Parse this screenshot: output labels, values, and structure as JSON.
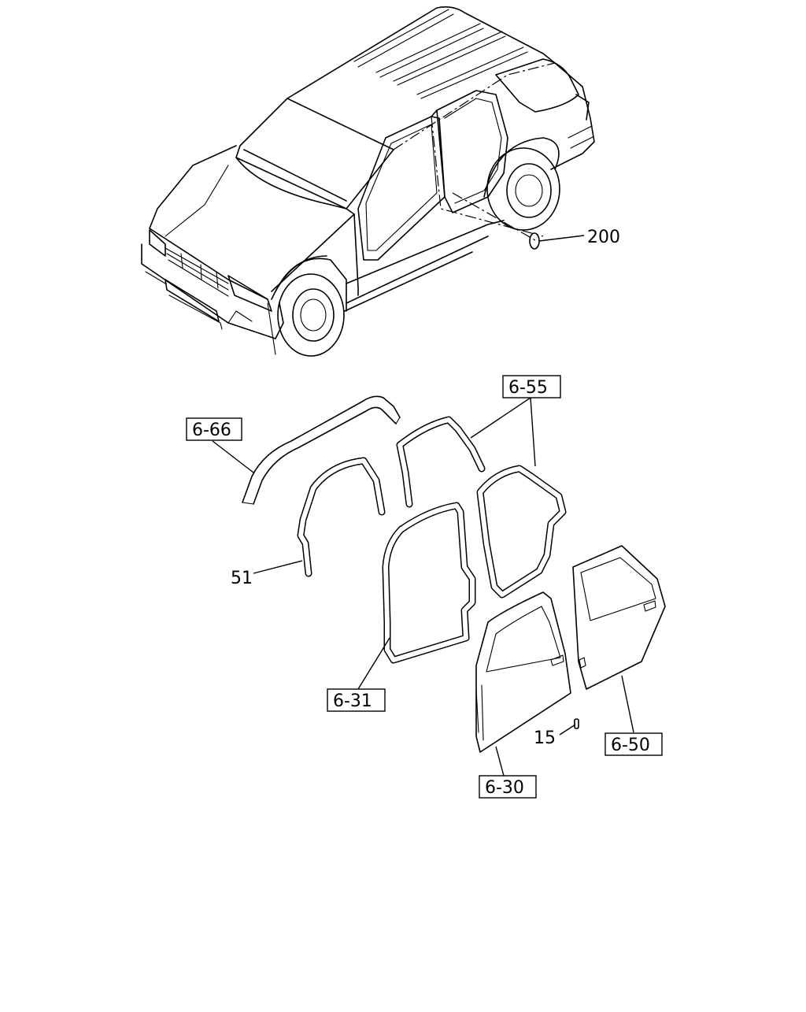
{
  "callouts": {
    "c200": "200",
    "c6_55": "6-55",
    "c6_66": "6-66",
    "c51": "51",
    "c6_31": "6-31",
    "c15": "15",
    "c6_50": "6-50",
    "c6_30": "6-30"
  }
}
